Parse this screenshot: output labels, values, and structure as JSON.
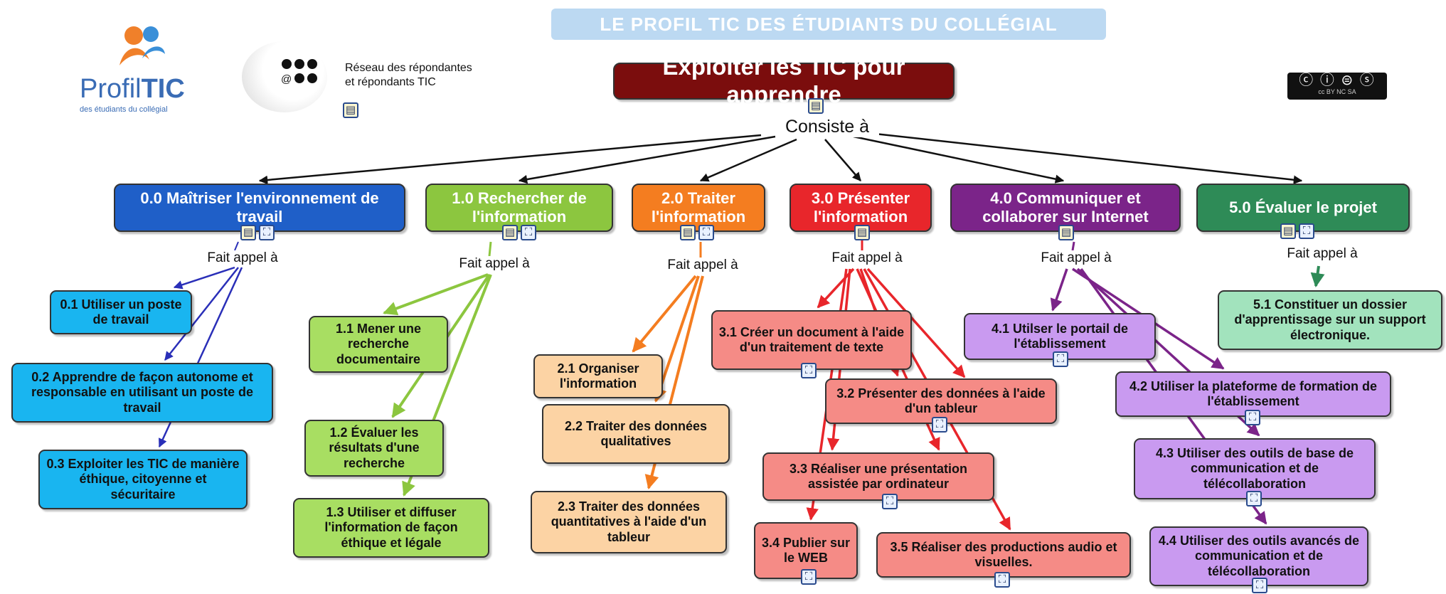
{
  "header": {
    "banner": "LE PROFIL TIC DES ÉTUDIANTS DU COLLÉGIAL",
    "profil_logo_main": "Profil",
    "profil_logo_bold": "TIC",
    "profil_logo_sub": "des étudiants du collégial",
    "reseau_line1": "Réseau des répondantes",
    "reseau_line2": "et répondants TIC",
    "cc_badge": "cc BY NC SA",
    "cc_icons": [
      "creative-commons-icon",
      "by-icon",
      "nc-icon",
      "sa-icon"
    ]
  },
  "main": {
    "title": "Exploiter les TIC pour apprendre",
    "link": "Consiste à"
  },
  "competencies": [
    {
      "id": "c0",
      "title": "0.0 Maîtriser l'environnement de travail",
      "color": "#1f5fc8",
      "link": "Fait appel à",
      "children": [
        "0.1 Utiliser un poste de travail",
        "0.2 Apprendre de façon autonome et responsable en utilisant un poste de travail",
        "0.3 Exploiter les TIC de manière éthique, citoyenne et sécuritaire"
      ]
    },
    {
      "id": "c1",
      "title": "1.0 Rechercher de l'information",
      "color": "#8cc63f",
      "link": "Fait appel à",
      "children": [
        "1.1 Mener une recherche documentaire",
        "1.2 Évaluer les résultats d'une recherche",
        "1.3 Utiliser et diffuser l'information de façon éthique et légale"
      ]
    },
    {
      "id": "c2",
      "title": "2.0 Traiter l'information",
      "color": "#f47d20",
      "link": "Fait appel à",
      "children": [
        "2.1 Organiser l'information",
        "2.2 Traiter des données qualitatives",
        "2.3 Traiter des données quantitatives à l'aide d'un tableur"
      ]
    },
    {
      "id": "c3",
      "title": "3.0 Présenter l'information",
      "color": "#e8262b",
      "link": "Fait appel à",
      "children": [
        "3.1 Créer un document à l'aide d'un traitement de texte",
        "3.2 Présenter des données à l'aide d'un tableur",
        "3.3  Réaliser une présentation assistée par ordinateur",
        "3.4 Publier sur le WEB",
        "3.5 Réaliser des productions audio et visuelles."
      ]
    },
    {
      "id": "c4",
      "title": "4.0 Communiquer et collaborer sur Internet",
      "color": "#7b2489",
      "link": "Fait appel à",
      "children": [
        "4.1 Utilser le portail de l'établissement",
        "4.2 Utiliser la plateforme de formation de l'établissement",
        "4.3 Utiliser des outils de base de communication et de télécollaboration",
        "4.4 Utiliser des outils avancés de communication et de télécollaboration"
      ]
    },
    {
      "id": "c5",
      "title": "5.0 Évaluer le projet",
      "color": "#2e8b57",
      "link": "Fait appel à",
      "children": [
        "5.1 Constituer un dossier d'apprentissage sur un support électronique."
      ]
    }
  ],
  "colors": {
    "sub0": "#19b5f0",
    "sub1": "#a8de62",
    "sub2": "#fcd3a4",
    "sub3": "#f58b86",
    "sub4": "#c99af0",
    "sub5": "#a2e3bd",
    "edge0": "#2a2fb8",
    "edge1": "#8cc63f",
    "edge2": "#f47d20",
    "edge3": "#e8262b",
    "edge4": "#7b2489",
    "edge5": "#2e8b57"
  },
  "icons": {
    "doc": "document-icon",
    "map": "concept-map-icon"
  }
}
